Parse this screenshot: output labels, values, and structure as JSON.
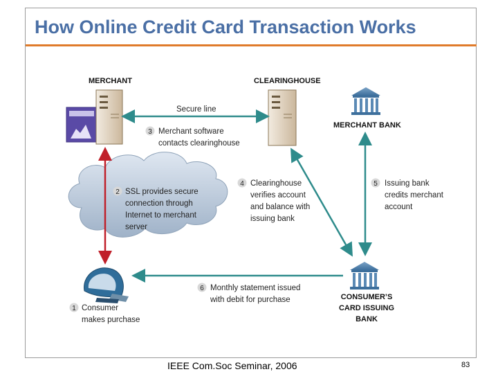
{
  "slide": {
    "title": "How Online Credit Card Transaction Works",
    "footer": "IEEE Com.Soc Seminar, 2006",
    "page_number": "83"
  },
  "colors": {
    "title": "#4a6fa5",
    "rule": "#e07b2a",
    "teal_arrow": "#2e8b8b",
    "red_arrow": "#c0202a",
    "cloud": "#b8c7d8"
  },
  "entities": {
    "merchant": "MERCHANT",
    "clearinghouse": "CLEARINGHOUSE",
    "merchant_bank": "MERCHANT BANK",
    "card_bank_line1": "CONSUMER’S",
    "card_bank_line2": "CARD ISSUING",
    "card_bank_line3": "BANK"
  },
  "edge_labels": {
    "secure_line": "Secure line"
  },
  "steps": [
    {
      "num": "1",
      "lines": [
        "Consumer",
        "makes purchase"
      ]
    },
    {
      "num": "2",
      "lines": [
        "SSL provides secure",
        "connection through",
        "Internet to merchant",
        "server"
      ]
    },
    {
      "num": "3",
      "lines": [
        "Merchant software",
        "contacts clearinghouse"
      ]
    },
    {
      "num": "4",
      "lines": [
        "Clearinghouse",
        "verifies account",
        "and balance with",
        "issuing bank"
      ]
    },
    {
      "num": "5",
      "lines": [
        "Issuing bank",
        "credits merchant",
        "account"
      ]
    },
    {
      "num": "6",
      "lines": [
        "Monthly statement issued",
        "with debit for purchase"
      ]
    }
  ],
  "icons": [
    "merchant-server-icon",
    "clearinghouse-server-icon",
    "bank-icon",
    "consumer-computer-icon",
    "cloud-icon"
  ]
}
